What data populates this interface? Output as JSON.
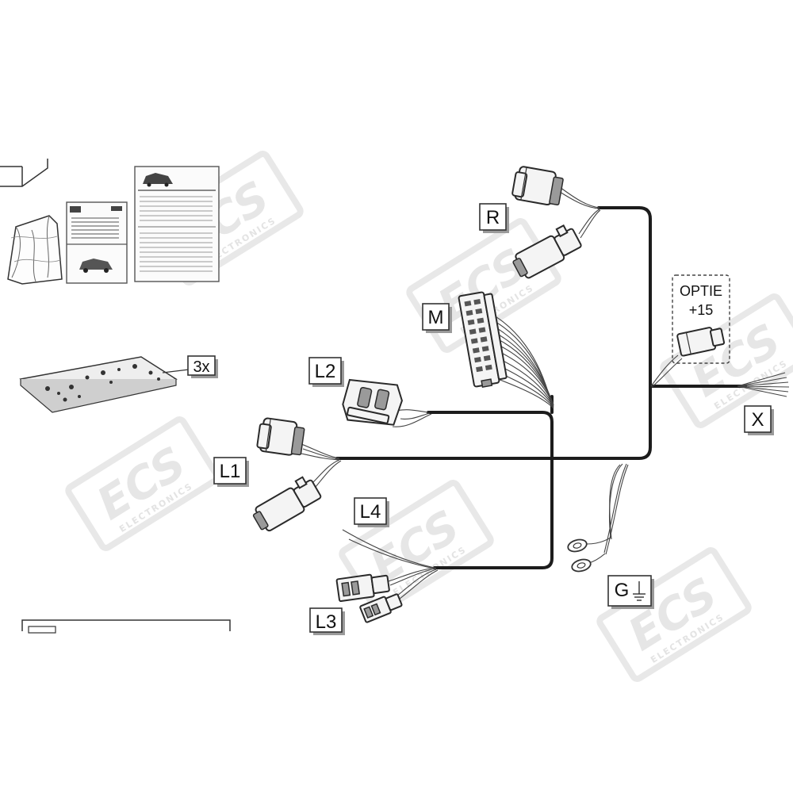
{
  "labels": {
    "R": "R",
    "M": "M",
    "L1": "L1",
    "L2": "L2",
    "L3": "L3",
    "L4": "L4",
    "X": "X",
    "G": "G",
    "quantity": "3x"
  },
  "option_box": {
    "line1": "OPTIE",
    "line2": "+15"
  },
  "watermark": {
    "logo": "ECS",
    "sub": "ELECTRONICS"
  },
  "colors": {
    "harness": "#1c1c1c",
    "outline": "#333333",
    "watermark": "#e6e6e6"
  },
  "icons": [
    "ground-icon"
  ]
}
